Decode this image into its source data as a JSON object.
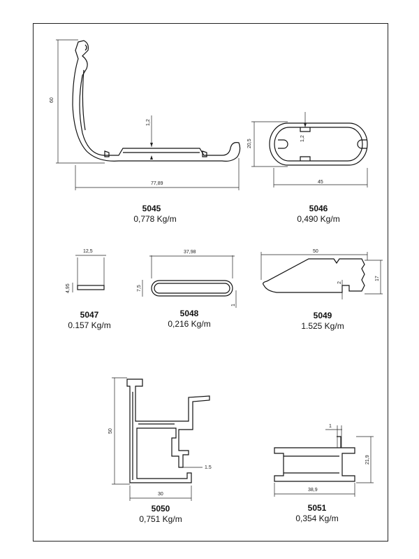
{
  "profiles": [
    {
      "code": "5045",
      "weight": "0,778 Kg/m",
      "dims": {
        "height": "60",
        "width": "77,89",
        "wall": "1,2"
      }
    },
    {
      "code": "5046",
      "weight": "0,490 Kg/m",
      "dims": {
        "height": "20,5",
        "width": "45",
        "wall": "1,2"
      }
    },
    {
      "code": "5047",
      "weight": "0.157 Kg/m",
      "dims": {
        "width": "12,5",
        "height": "4,95"
      }
    },
    {
      "code": "5048",
      "weight": "0,216 Kg/m",
      "dims": {
        "width": "37,98",
        "height": "7,5",
        "wall": "1"
      }
    },
    {
      "code": "5049",
      "weight": "1.525 Kg/m",
      "dims": {
        "width": "50",
        "height": "17",
        "slot": "2"
      }
    },
    {
      "code": "5050",
      "weight": "0,751 Kg/m",
      "dims": {
        "height": "50",
        "width": "30",
        "wall": "1.5"
      }
    },
    {
      "code": "5051",
      "weight": "0,354 Kg/m",
      "dims": {
        "height": "21,9",
        "width": "38,9",
        "wall": "1"
      }
    }
  ]
}
